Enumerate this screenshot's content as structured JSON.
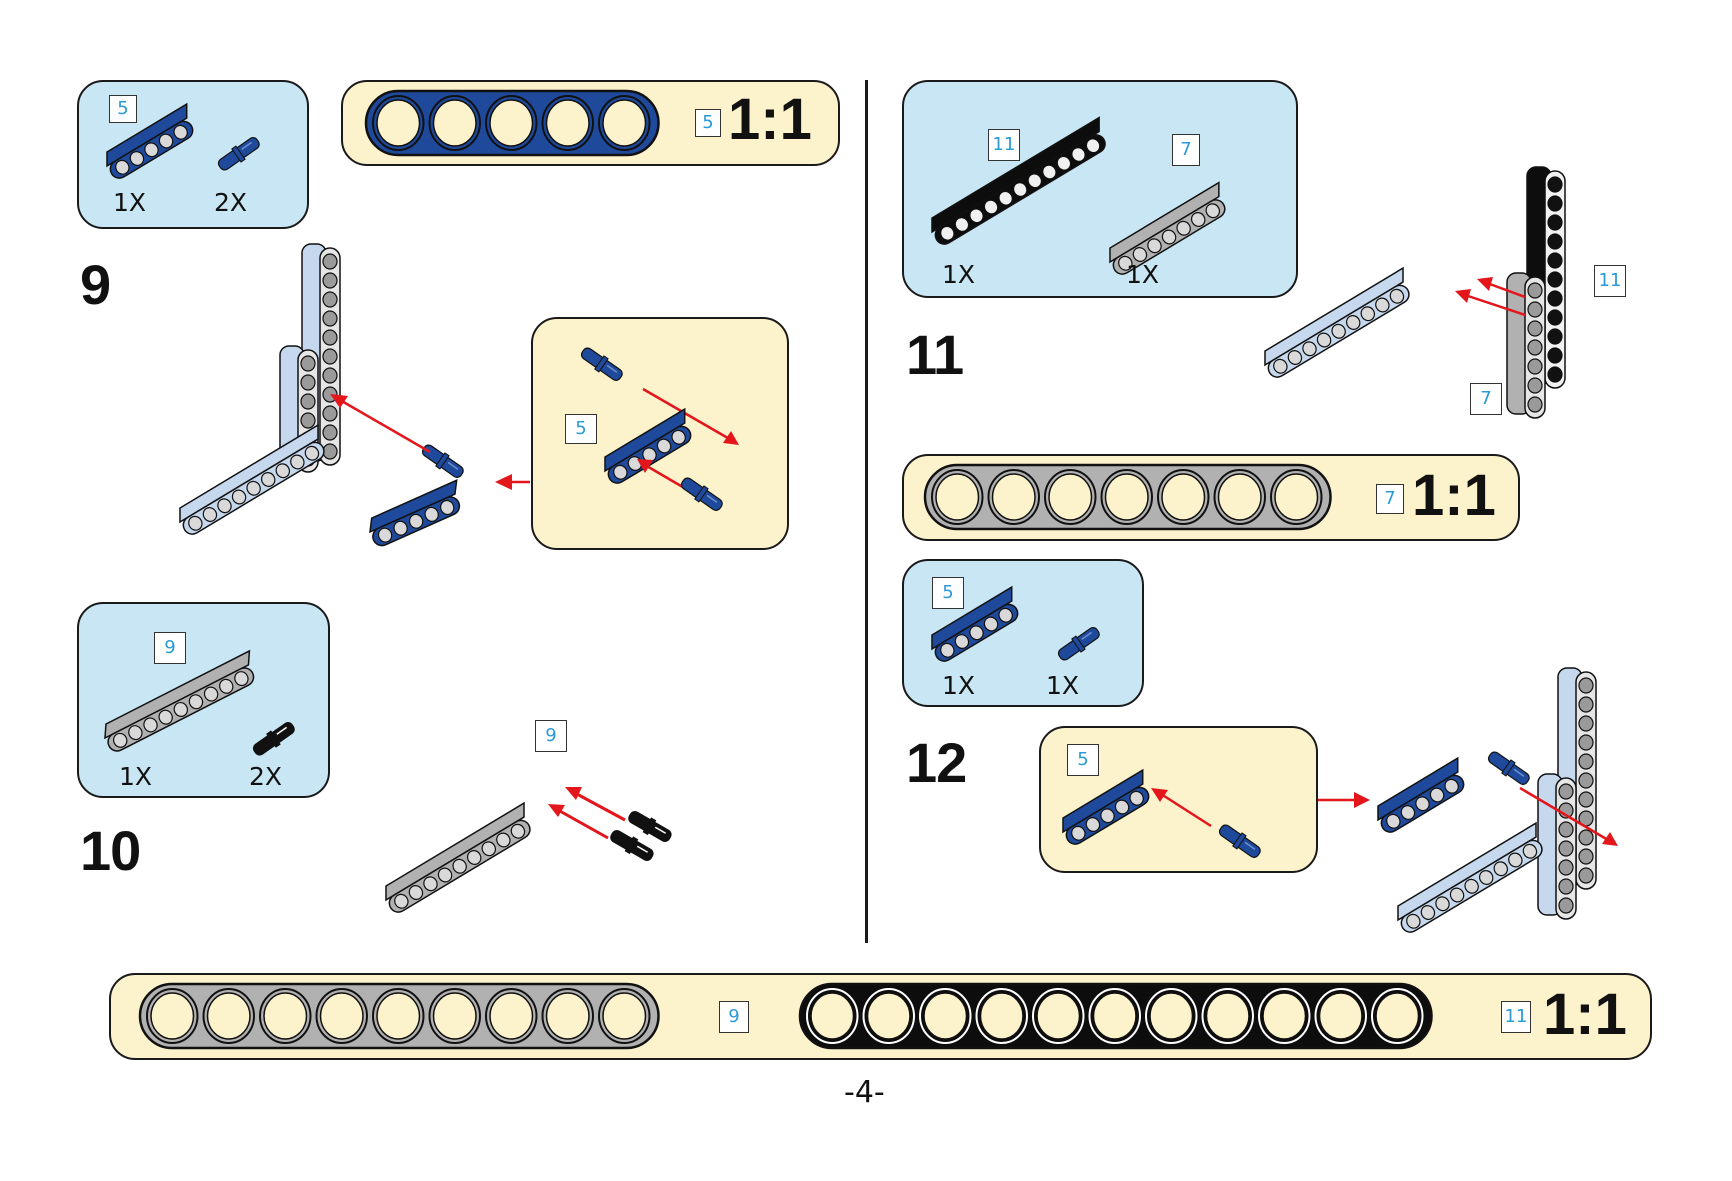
{
  "page": {
    "number_label": "-4-"
  },
  "colors": {
    "parts_box_bg": "#c9e6f4",
    "scale_box_bg": "#fcf2cc",
    "beam_blue": "#1f4a9c",
    "beam_light_blue": "#c6d8ee",
    "beam_gray": "#b1b1b1",
    "beam_black": "#0d0d0d",
    "arrow_red": "#e3161c",
    "tag_text": "#2a9ad8"
  },
  "steps": [
    {
      "number": "9",
      "parts": [
        {
          "name": "5-hole beam",
          "color": "blue",
          "length_tag": "5",
          "quantity": "1X"
        },
        {
          "name": "pin",
          "color": "blue",
          "quantity": "2X"
        }
      ],
      "subassembly": {
        "length_tag": "5"
      }
    },
    {
      "number": "10",
      "parts": [
        {
          "name": "9-hole beam",
          "color": "gray",
          "length_tag": "9",
          "quantity": "1X"
        },
        {
          "name": "pin",
          "color": "black",
          "quantity": "2X"
        }
      ],
      "assembly_tag": "9"
    },
    {
      "number": "11",
      "parts": [
        {
          "name": "11-hole beam",
          "color": "black",
          "length_tag": "11",
          "quantity": "1X"
        },
        {
          "name": "7-hole beam",
          "color": "gray",
          "length_tag": "7",
          "quantity": "1X"
        }
      ],
      "assembly_tags": [
        "11",
        "7"
      ]
    },
    {
      "number": "12",
      "parts": [
        {
          "name": "5-hole beam",
          "color": "blue",
          "length_tag": "5",
          "quantity": "1X"
        },
        {
          "name": "pin",
          "color": "blue",
          "quantity": "1X"
        }
      ],
      "subassembly": {
        "length_tag": "5"
      }
    }
  ],
  "scale_guides": [
    {
      "id": "blue5",
      "beams": [
        {
          "holes": 5,
          "color": "blue",
          "tag": "5"
        }
      ],
      "scale": "1:1"
    },
    {
      "id": "gray7",
      "beams": [
        {
          "holes": 7,
          "color": "gray",
          "tag": "7"
        }
      ],
      "scale": "1:1"
    },
    {
      "id": "bottom",
      "beams": [
        {
          "holes": 9,
          "color": "gray",
          "tag": "9"
        },
        {
          "holes": 11,
          "color": "black",
          "tag": "11"
        }
      ],
      "scale": "1:1"
    }
  ]
}
